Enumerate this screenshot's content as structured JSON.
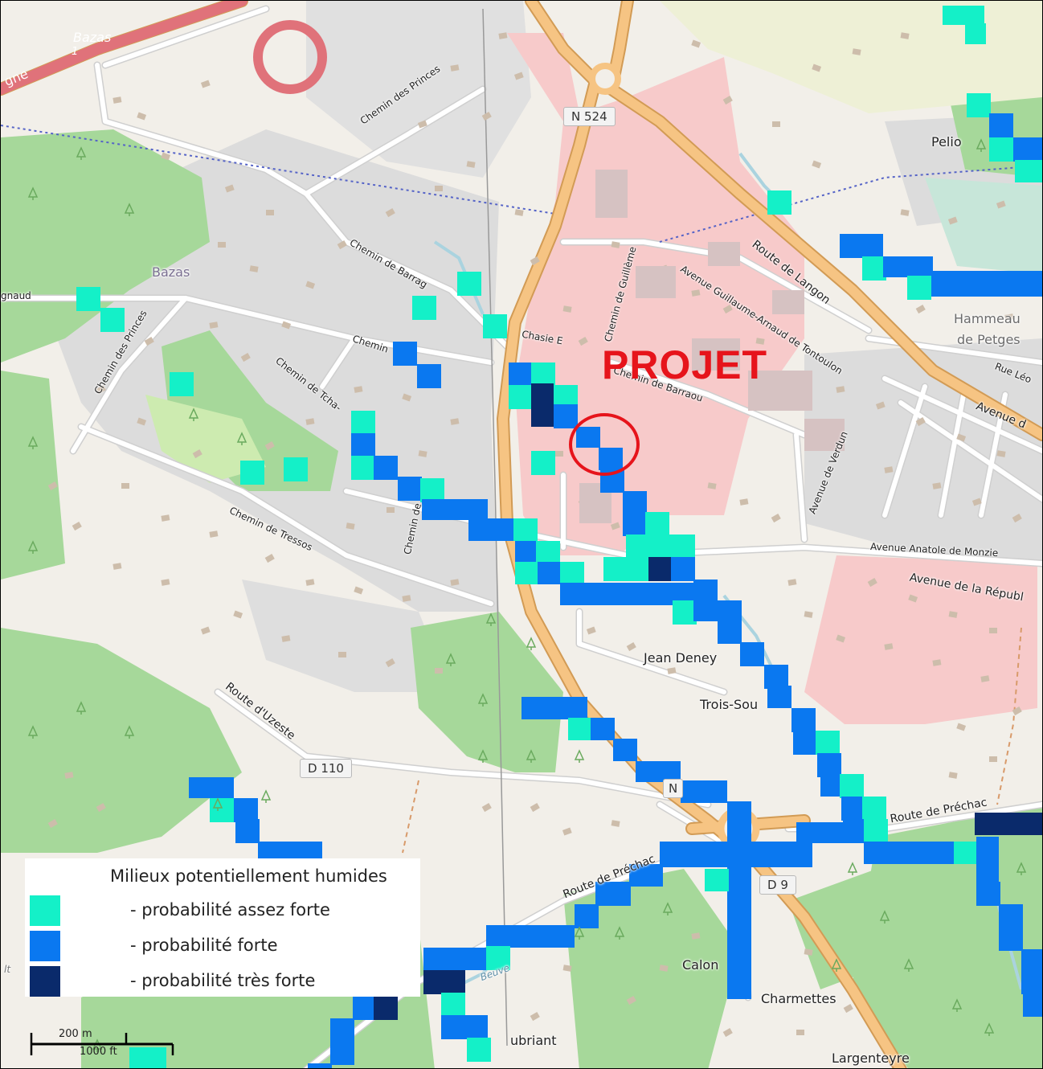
{
  "projet": {
    "label": "PROJET"
  },
  "labels": {
    "bazas_top": "Bazas",
    "bazas_exit": "1",
    "gne": "gne",
    "naud": "gnaud",
    "bazas_commune": "Bazas",
    "chemin_des_princes_1": "Chemin des Princes",
    "chemin_des_princes_2": "Chemin des Princes",
    "chemin_de_barrag": "Chemin de Barrag",
    "chemin_fragment": "Chemin",
    "chemin_de_tcha": "Chemin de Tcha-",
    "chemin_de_tressos": "Chemin de Tressos",
    "chemin_vertical": "Chemin de",
    "chasie": "Chasie E",
    "chemin_de_guilleme": "Chemin de Guillème",
    "chemin_de_barraou": "Chemin de Barraou",
    "avenue_guillaume": "Avenue Guillaume-Arnaud de Tontoulon",
    "route_de_langon": "Route de Langon",
    "avenue_de_verdun": "Avenue de Verdun",
    "avenue_anatole": "Avenue Anatole de Monzie",
    "avenue_republique": "Avenue de la Républ",
    "rue_leo": "Rue Léo",
    "avenue_d": "Avenue d",
    "pelio": "Pelio",
    "hammeau": "Hammeau",
    "de_petges": "de Petges",
    "jean_deney": "Jean Deney",
    "trois_sou": "Trois-Sou",
    "route_uzeste": "Route d'Uzeste",
    "route_de_prechac_1": "Route de Préchac",
    "route_de_prechac_2": "Route de Préchac",
    "calon": "Calon",
    "charmettes": "Charmettes",
    "ubriant": "ubriant",
    "largenteyre": "Largenteyre",
    "ceuve": "Beuve",
    "lt": "lt"
  },
  "shields": {
    "n524": "N 524",
    "d110": "D 110",
    "d9": "D 9",
    "n_small": "N"
  },
  "legend": {
    "title": "Milieux potentiellement humides",
    "items": [
      {
        "label": "- probabilité assez forte",
        "color": "#14f0c8"
      },
      {
        "label": "- probabilité forte",
        "color": "#0a78f0"
      },
      {
        "label": "- probabilité très forte",
        "color": "#0a2a6b"
      }
    ]
  },
  "scale": {
    "metric": "200 m",
    "imperial": "1000 ft"
  },
  "colors": {
    "background": "#f2efe9",
    "residential": "#dcdcdc",
    "commercial": "#f7caca",
    "forest": "#a6d89a",
    "road_primary": "#f6c483",
    "road_primary_casing": "#d29b55",
    "assez_forte": "#14f0c8",
    "forte": "#0a78f0",
    "tres_forte": "#0a2a6b",
    "projet": "#e6141b"
  }
}
